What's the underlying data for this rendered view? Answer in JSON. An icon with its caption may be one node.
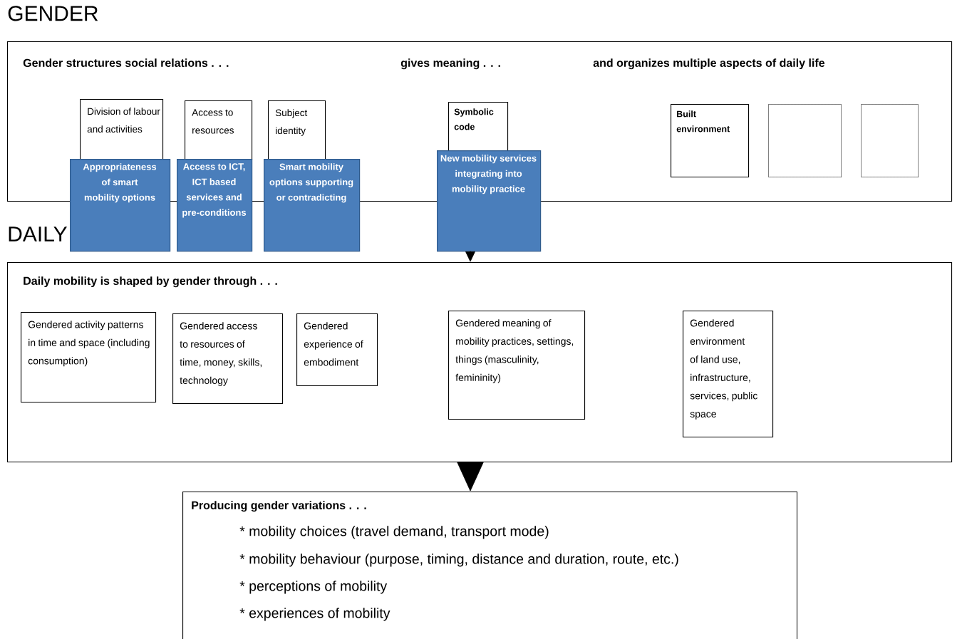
{
  "diagram": {
    "nodes": [
      {
        "text": [
          "GENDER",
          "Gender structures social relations . . .",
          "gives meaning . . .",
          "and organizes multiple aspects of daily life"
        ]
      },
      {
        "text": [
          "Division of labour and activities"
        ],
        "in": 0
      },
      {
        "text": [
          "Access to resources"
        ],
        "in": 0
      },
      {
        "text": [
          "Subject identity"
        ],
        "in": 0
      },
      {
        "text": [
          "Symbolic code"
        ],
        "in": 0
      },
      {
        "text": [
          "Built environment"
        ],
        "in": 0
      },
      {
        "text": [],
        "shape": "box",
        "in": 0
      },
      {
        "text": [],
        "shape": "box",
        "in": 0
      },
      {
        "text": [
          "Appropriateness of smart mobility options"
        ]
      },
      {
        "text": [
          "Access to ICT, ICT based services and pre-conditions"
        ]
      },
      {
        "text": [
          "Smart mobility options supporting or contradicting"
        ]
      },
      {
        "text": [
          "New mobility services integrating into mobility practice"
        ]
      },
      {
        "text": [
          "DAILY",
          "Daily mobility is shaped by gender through . . ."
        ]
      },
      {
        "text": [
          "Gendered activity patterns in time and space (including consumption)"
        ],
        "in": 12
      },
      {
        "text": [
          "Gendered access to resources of time, money, skills, technology"
        ],
        "in": 12
      },
      {
        "text": [
          "Gendered experience of embodiment"
        ],
        "in": 12
      },
      {
        "text": [
          "Gendered meaning of mobility practices, settings, things (masculinity, femininity)"
        ],
        "in": 12
      },
      {
        "text": [
          "Gendered environment of land use, infrastructure, services, public space"
        ],
        "in": 12
      },
      {
        "text": [
          "Producing gender variations . . .",
          "* mobility choices (travel demand, transport mode)",
          "* mobility behaviour (purpose, timing, distance and duration, route, etc.)",
          "* perceptions of mobility",
          "* experiences of mobility"
        ]
      }
    ],
    "edges": [
      {
        "from": 11,
        "to": 12,
        "arrow": "to"
      },
      {
        "from": 12,
        "to": 18,
        "arrow": "to"
      }
    ]
  }
}
